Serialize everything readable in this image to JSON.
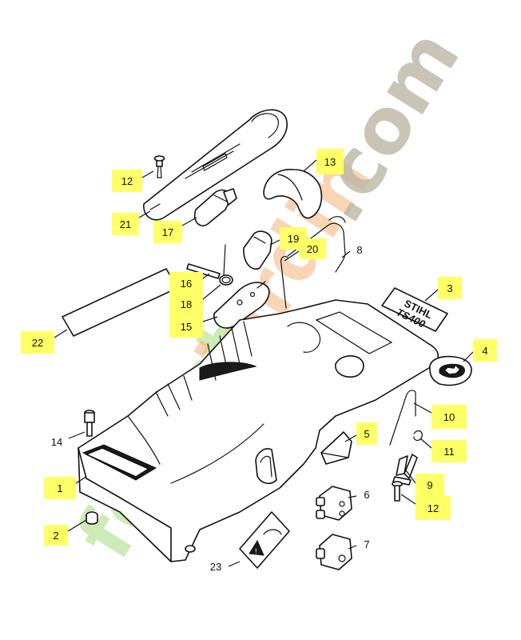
{
  "diagram": {
    "highlight_color": "#ffff66",
    "watermark_color_green": "#b8e39a",
    "watermark_color_orange": "#f5b27a",
    "watermark_color_grey": "#bdb6a6",
    "callouts": [
      {
        "id": "1",
        "label": "1",
        "highlighted": true
      },
      {
        "id": "2",
        "label": "2",
        "highlighted": true
      },
      {
        "id": "3",
        "label": "3",
        "highlighted": true
      },
      {
        "id": "4",
        "label": "4",
        "highlighted": true
      },
      {
        "id": "5",
        "label": "5",
        "highlighted": true
      },
      {
        "id": "6",
        "label": "6",
        "highlighted": false
      },
      {
        "id": "7",
        "label": "7",
        "highlighted": false
      },
      {
        "id": "8",
        "label": "8",
        "highlighted": false
      },
      {
        "id": "9",
        "label": "9",
        "highlighted": true
      },
      {
        "id": "10",
        "label": "10",
        "highlighted": true
      },
      {
        "id": "11",
        "label": "11",
        "highlighted": true
      },
      {
        "id": "12a",
        "label": "12",
        "highlighted": true
      },
      {
        "id": "12b",
        "label": "12",
        "highlighted": true
      },
      {
        "id": "13",
        "label": "13",
        "highlighted": true
      },
      {
        "id": "14",
        "label": "14",
        "highlighted": false
      },
      {
        "id": "15",
        "label": "15",
        "highlighted": true
      },
      {
        "id": "16",
        "label": "16",
        "highlighted": true
      },
      {
        "id": "17",
        "label": "17",
        "highlighted": true
      },
      {
        "id": "18",
        "label": "18",
        "highlighted": true
      },
      {
        "id": "19",
        "label": "19",
        "highlighted": true
      },
      {
        "id": "20",
        "label": "20",
        "highlighted": true
      },
      {
        "id": "21",
        "label": "21",
        "highlighted": true
      },
      {
        "id": "22",
        "label": "22",
        "highlighted": true
      },
      {
        "id": "23",
        "label": "23",
        "highlighted": false
      }
    ],
    "decal": {
      "brand": "STIHL",
      "model": "TS400"
    },
    "watermark": {
      "part1": "forest",
      "part2": "jardin",
      "part3": ".com"
    }
  }
}
